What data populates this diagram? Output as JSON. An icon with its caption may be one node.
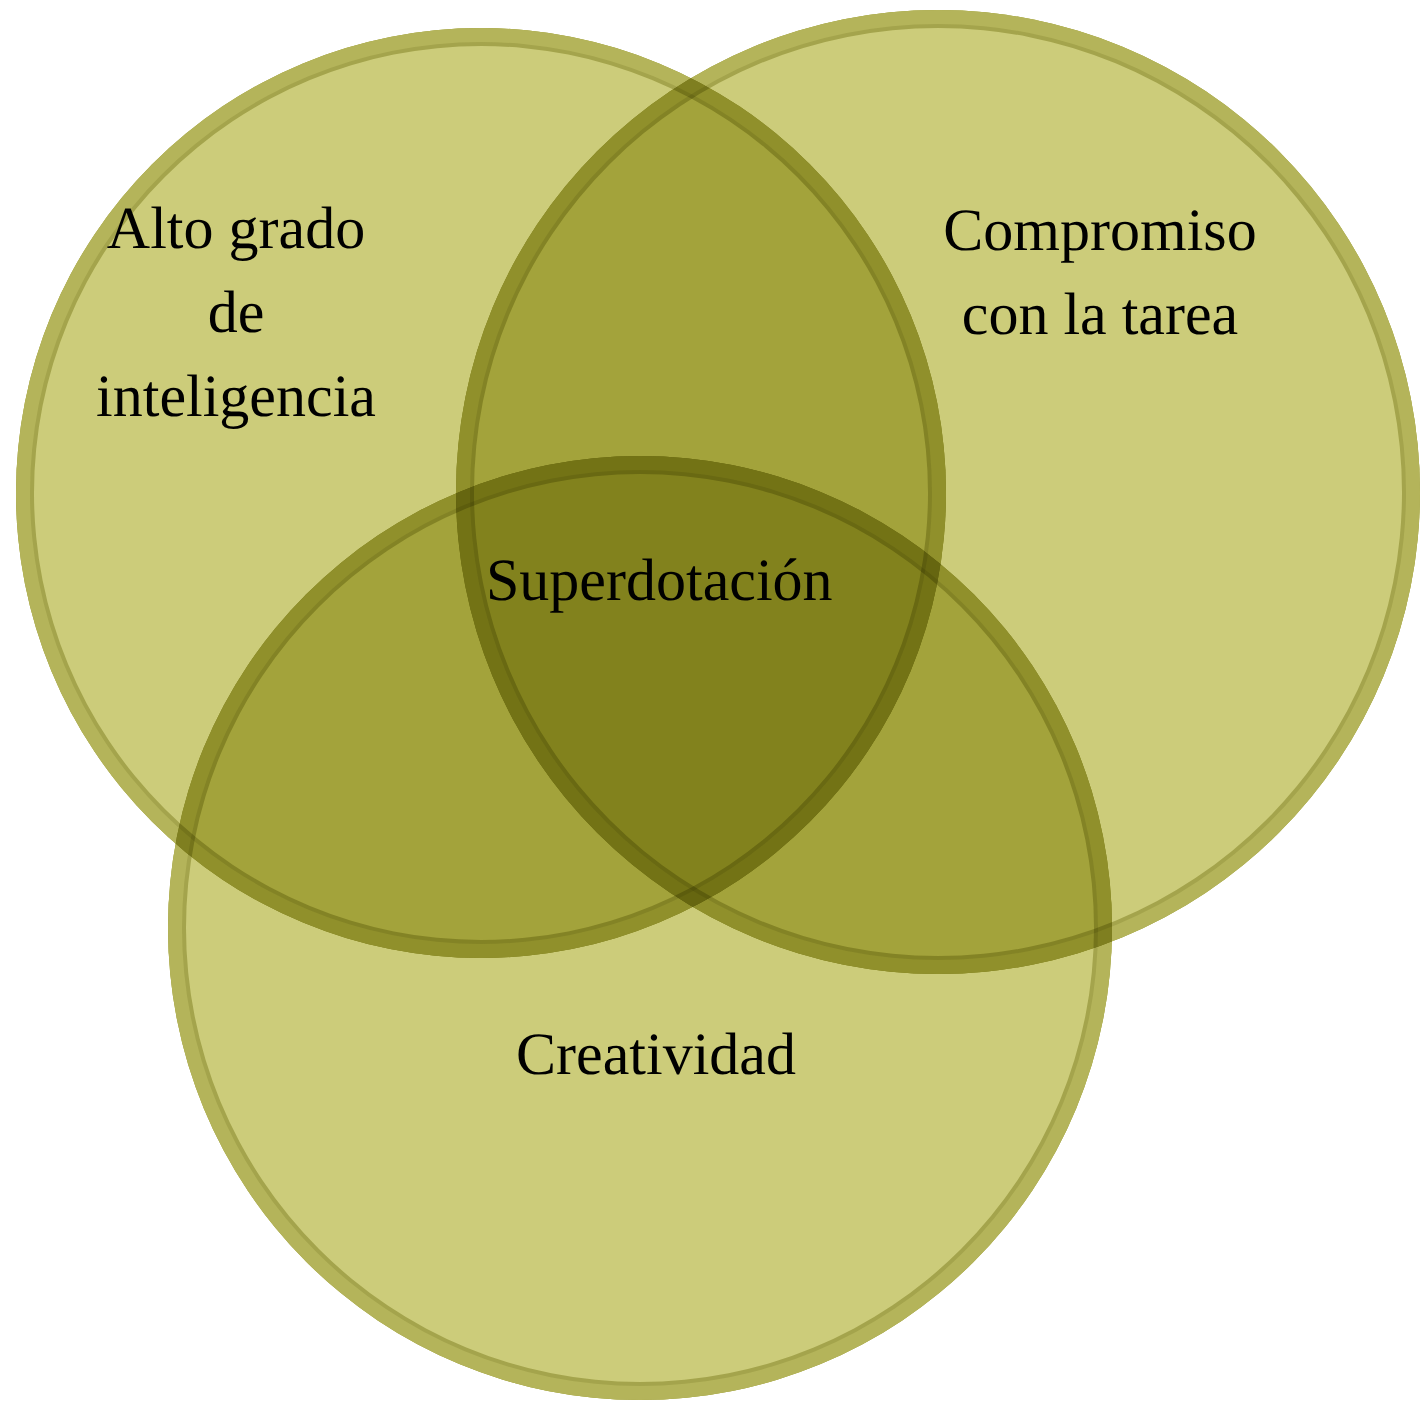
{
  "diagram": {
    "nodes": [
      {
        "text": [
          "Alto grado de inteligencia"
        ]
      },
      {
        "text": [
          "Compromiso con la tarea"
        ]
      },
      {
        "text": [
          "Creatividad"
        ]
      }
    ],
    "labels": [
      "Superdotación"
    ]
  }
}
